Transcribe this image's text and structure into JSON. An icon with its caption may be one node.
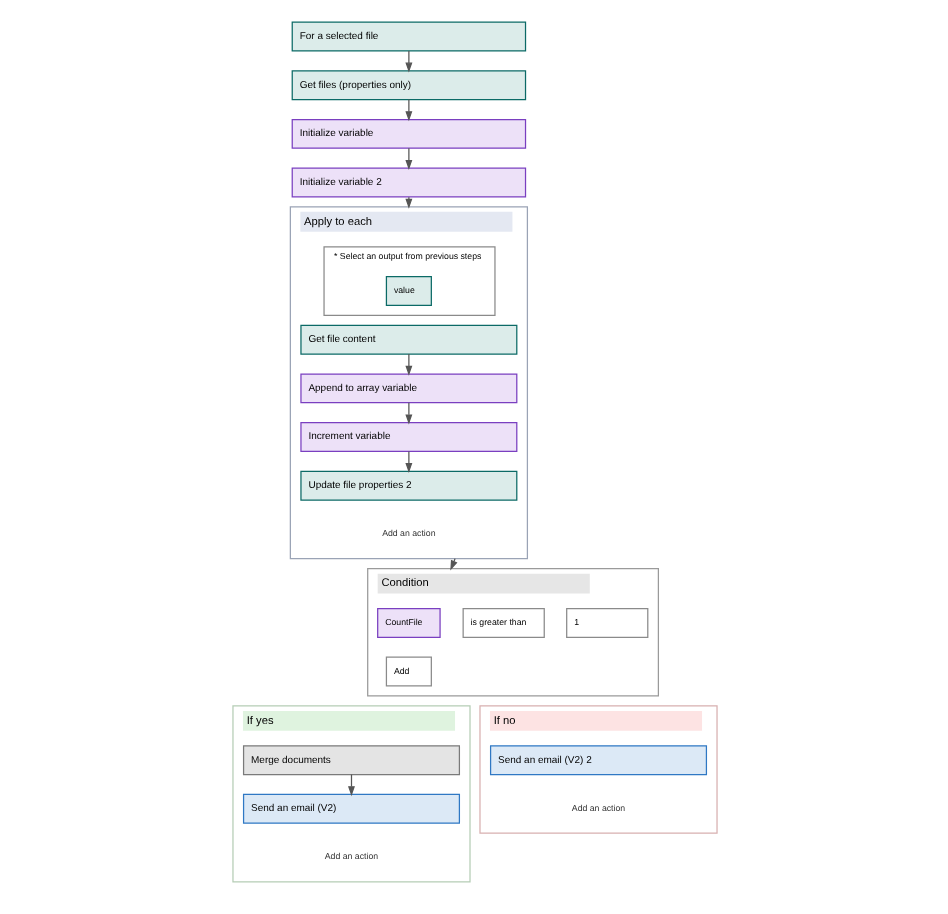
{
  "diagram": {
    "nodes": [
      {
        "text": [
          "For a selected file"
        ]
      },
      {
        "text": [
          "Get files (properties only)"
        ]
      },
      {
        "text": [
          "Initialize variable"
        ]
      },
      {
        "text": [
          "Initialize variable 2"
        ]
      },
      {
        "text": [
          "Apply to each"
        ]
      },
      {
        "text": [
          "* Select an output from previous steps"
        ],
        "in": 4
      },
      {
        "text": [
          "value"
        ],
        "in": 5
      },
      {
        "text": [
          "Get file content"
        ],
        "in": 4
      },
      {
        "text": [
          "Append to array variable"
        ],
        "in": 4
      },
      {
        "text": [
          "Increment variable"
        ],
        "in": 4
      },
      {
        "text": [
          "Update file properties 2"
        ],
        "in": 4
      },
      {
        "text": [
          "Condition"
        ]
      },
      {
        "text": [
          "CountFile"
        ],
        "in": 11
      },
      {
        "text": [
          "is greater than"
        ],
        "in": 11
      },
      {
        "text": [
          "1"
        ],
        "in": 11
      },
      {
        "text": [
          "Add"
        ],
        "in": 11
      },
      {
        "text": [
          "If yes"
        ]
      },
      {
        "text": [
          "Merge documents"
        ],
        "in": 16
      },
      {
        "text": [
          "Send an email (V2)"
        ],
        "in": 16
      },
      {
        "text": [
          "If no"
        ]
      },
      {
        "text": [
          "Send an email (V2) 2"
        ],
        "in": 19
      }
    ],
    "edges": [
      {
        "from": 0,
        "to": 1,
        "arrow": "to"
      },
      {
        "from": 1,
        "to": 2,
        "arrow": "to"
      },
      {
        "from": 2,
        "to": 3,
        "arrow": "to"
      },
      {
        "from": 3,
        "to": 4,
        "arrow": "to"
      },
      {
        "from": 7,
        "to": 8,
        "arrow": "to"
      },
      {
        "from": 8,
        "to": 9,
        "arrow": "to"
      },
      {
        "from": 9,
        "to": 10,
        "arrow": "to"
      },
      {
        "from": 4,
        "to": 11,
        "arrow": "to"
      },
      {
        "from": 17,
        "to": 18,
        "arrow": "to"
      }
    ],
    "labels": [
      "Add an action",
      "Add an action",
      "Add an action"
    ]
  }
}
